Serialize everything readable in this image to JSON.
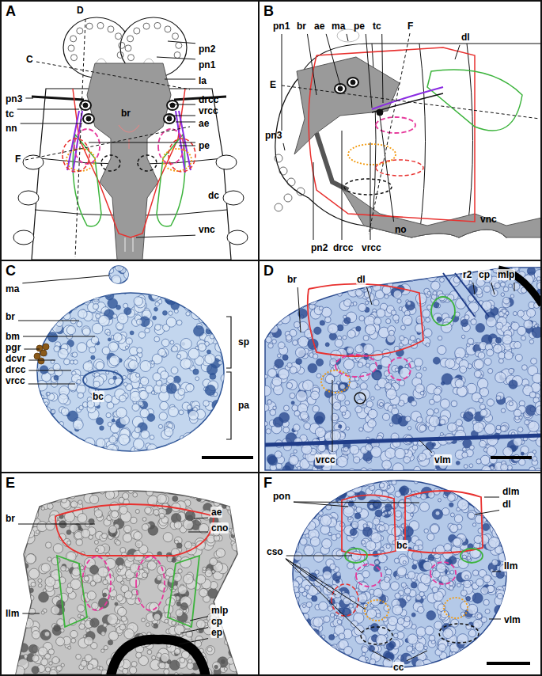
{
  "diagram": {
    "nodes": [
      {
        "text": [
          "A"
        ]
      },
      {
        "text": [
          "B"
        ]
      },
      {
        "text": [
          "C"
        ]
      },
      {
        "text": [
          "D"
        ]
      },
      {
        "text": [
          "E"
        ]
      },
      {
        "text": [
          "F"
        ]
      }
    ],
    "labels": [
      "D",
      "C",
      "pn2",
      "pn1",
      "la",
      "pn3",
      "drcc",
      "vrcc",
      "tc",
      "nn",
      "ae",
      "pe",
      "br",
      "F",
      "dc",
      "vnc",
      "pn1",
      "br",
      "ae",
      "ma",
      "pe",
      "tc",
      "F",
      "dl",
      "E",
      "pn3",
      "vnc",
      "pn2",
      "drcc",
      "vrcc",
      "no",
      "ma",
      "br",
      "bm",
      "pgr",
      "dcvr",
      "drcc",
      "vrcc",
      "bc",
      "sp",
      "pa",
      "br",
      "dl",
      "r2",
      "cp",
      "mlp",
      "vrcc",
      "vlm",
      "br",
      "ae",
      "cno",
      "llm",
      "mlp",
      "cp",
      "ep",
      "pon",
      "dlm",
      "dl",
      "cso",
      "bc",
      "llm",
      "vlm",
      "cc"
    ]
  }
}
